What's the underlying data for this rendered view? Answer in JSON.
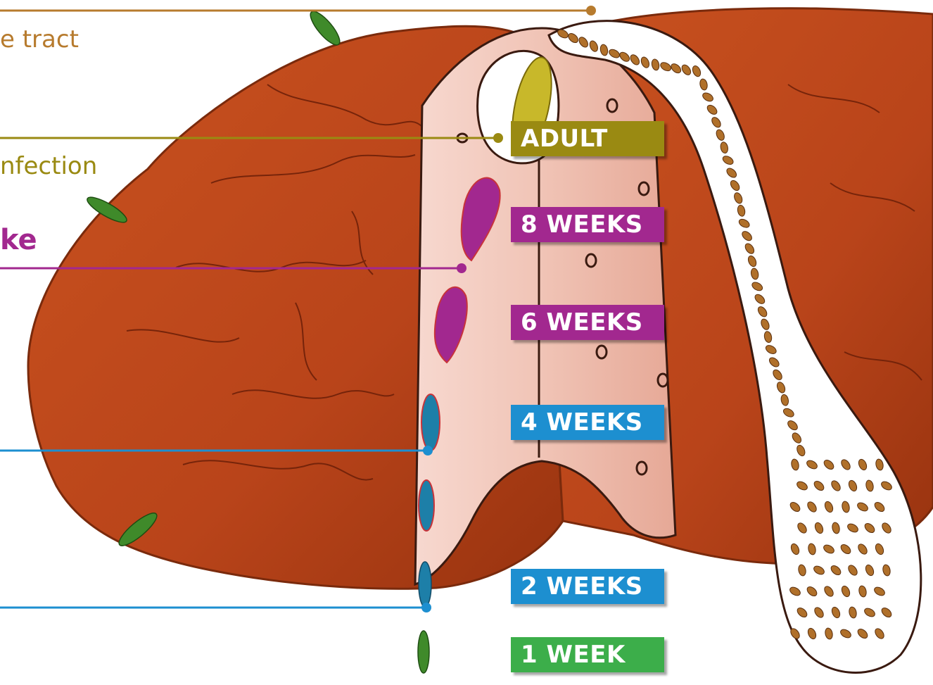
{
  "labels": {
    "tract": "e tract",
    "infection": "nfection",
    "fluke": "ke"
  },
  "stages": [
    {
      "label": "ADULT",
      "color": "#9a8a12"
    },
    {
      "label": "8 WEEKS",
      "color": "#a2288f"
    },
    {
      "label": "6 WEEKS",
      "color": "#a2288f"
    },
    {
      "label": "4 WEEKS",
      "color": "#1d8fd0"
    },
    {
      "label": "2 WEEKS",
      "color": "#1d8fd0"
    },
    {
      "label": "1 WEEK",
      "color": "#3cae4a"
    }
  ],
  "colors": {
    "liver": "#c8501c",
    "liver_dark": "#a33a14",
    "duct_fill": "#f0c4b8",
    "tract_line": "#b77b2e",
    "adult": "#9a8a12",
    "fluke_purple": "#a2288f",
    "juvenile_blue": "#1d8fd0",
    "early_green": "#3cae4a"
  }
}
